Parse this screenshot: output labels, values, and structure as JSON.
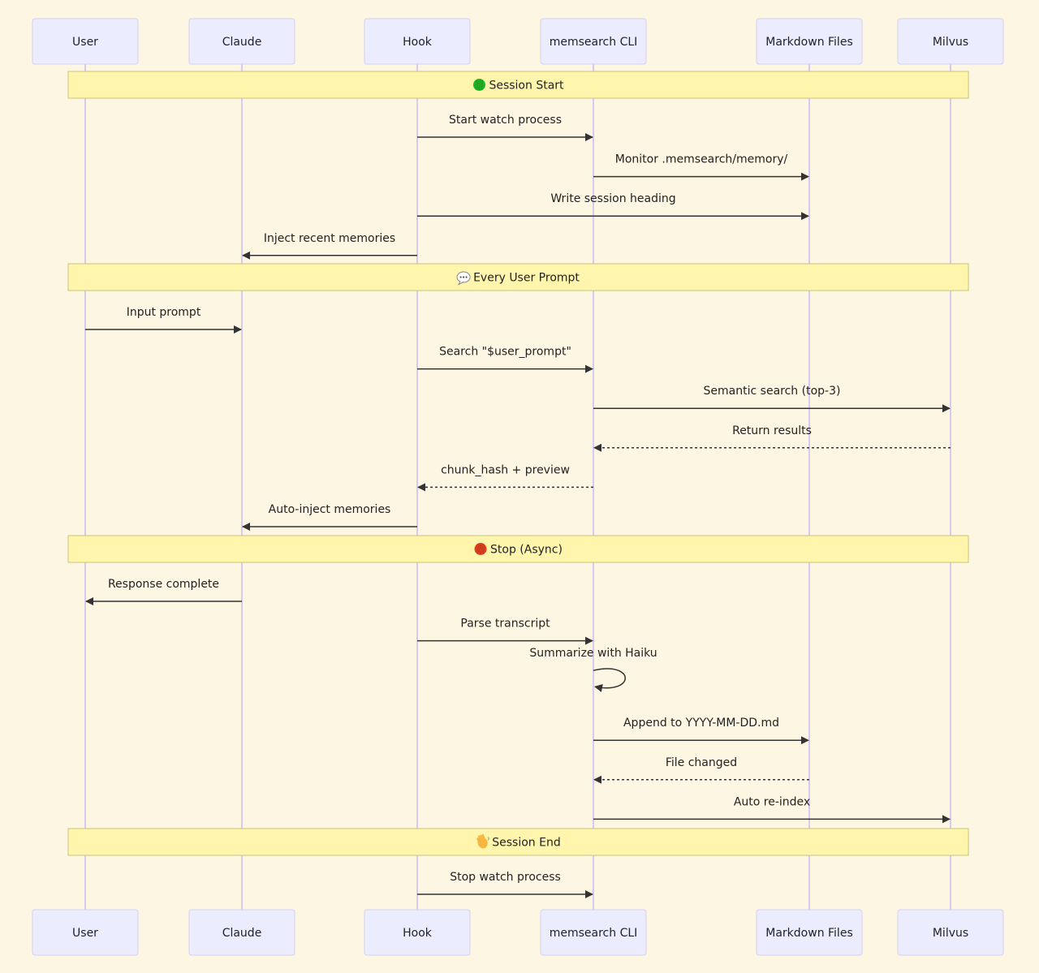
{
  "participants": [
    {
      "id": "user",
      "name": "User"
    },
    {
      "id": "claude",
      "name": "Claude"
    },
    {
      "id": "hook",
      "name": "Hook"
    },
    {
      "id": "cli",
      "name": "memsearch CLI"
    },
    {
      "id": "md",
      "name": "Markdown Files"
    },
    {
      "id": "milvus",
      "name": "Milvus"
    }
  ],
  "sections": [
    {
      "title": "Session Start",
      "icon": "green-circle-icon",
      "icon_color": "#1db91d",
      "messages": [
        {
          "from": "hook",
          "to": "cli",
          "label": "Start watch process",
          "style": "solid"
        },
        {
          "from": "cli",
          "to": "md",
          "label": "Monitor .memsearch/memory/",
          "style": "solid"
        },
        {
          "from": "hook",
          "to": "md",
          "label": "Write session heading",
          "style": "solid"
        },
        {
          "from": "hook",
          "to": "claude",
          "label": "Inject recent memories",
          "style": "solid"
        }
      ]
    },
    {
      "title": "Every User Prompt",
      "icon": "speech-bubble-icon",
      "icon_color": "#ffffff",
      "messages": [
        {
          "from": "user",
          "to": "claude",
          "label": "Input prompt",
          "style": "solid"
        },
        {
          "from": "hook",
          "to": "cli",
          "label": "Search \"$user_prompt\"",
          "style": "solid"
        },
        {
          "from": "cli",
          "to": "milvus",
          "label": "Semantic search (top-3)",
          "style": "solid"
        },
        {
          "from": "milvus",
          "to": "cli",
          "label": "Return results",
          "style": "dashed"
        },
        {
          "from": "cli",
          "to": "hook",
          "label": "chunk_hash + preview",
          "style": "dashed"
        },
        {
          "from": "hook",
          "to": "claude",
          "label": "Auto-inject memories",
          "style": "solid"
        }
      ]
    },
    {
      "title": "Stop (Async)",
      "icon": "red-circle-icon",
      "icon_color": "#e0401c",
      "messages": [
        {
          "from": "claude",
          "to": "user",
          "label": "Response complete",
          "style": "solid"
        },
        {
          "from": "hook",
          "to": "cli",
          "label": "Parse transcript",
          "style": "solid"
        },
        {
          "from": "cli",
          "to": "cli",
          "label": "Summarize with Haiku",
          "style": "solid"
        },
        {
          "from": "cli",
          "to": "md",
          "label": "Append to YYYY-MM-DD.md",
          "style": "solid"
        },
        {
          "from": "md",
          "to": "cli",
          "label": "File changed",
          "style": "dashed"
        },
        {
          "from": "cli",
          "to": "milvus",
          "label": "Auto re-index",
          "style": "solid"
        }
      ]
    },
    {
      "title": "Session End",
      "icon": "waving-hand-icon",
      "icon_color": "#f5b642",
      "messages": [
        {
          "from": "hook",
          "to": "cli",
          "label": "Stop watch process",
          "style": "solid"
        }
      ]
    }
  ]
}
